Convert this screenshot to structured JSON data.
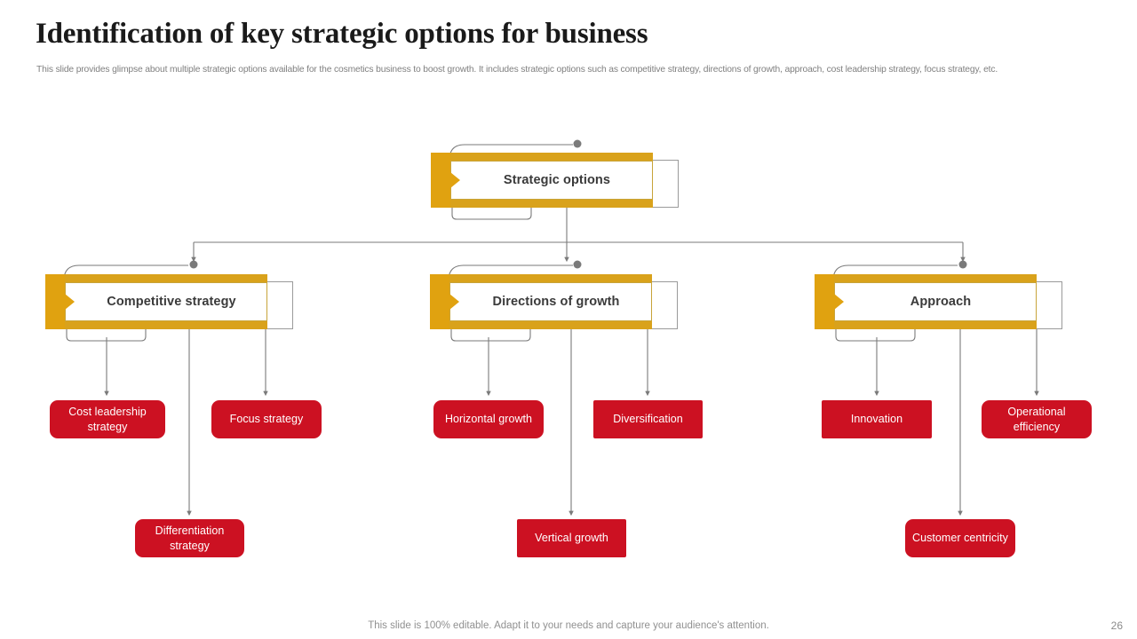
{
  "header": {
    "title": "Identification of key strategic options for business",
    "subtitle": "This slide provides glimpse about multiple strategic options available for the cosmetics business to boost growth. It includes strategic options such as competitive strategy, directions of growth, approach, cost leadership strategy, focus strategy, etc."
  },
  "footer": {
    "note": "This slide is 100% editable. Adapt it to your needs and capture your audience's attention.",
    "page_number": "26"
  },
  "colors": {
    "gold": "#D9A21B",
    "gold_left": "#E0A210",
    "red": "#CC1122",
    "connector": "#808080",
    "title_text": "#1a1a1a",
    "subtitle_text": "#808080"
  },
  "chart_data": {
    "type": "diagram",
    "title": "Identification of key strategic options for business",
    "root": {
      "label": "Strategic options",
      "children": [
        {
          "label": "Competitive strategy",
          "children": [
            {
              "label": "Cost leadership strategy"
            },
            {
              "label": "Focus strategy"
            },
            {
              "label": "Differentiation strategy"
            }
          ]
        },
        {
          "label": "Directions of growth",
          "children": [
            {
              "label": "Horizontal growth"
            },
            {
              "label": "Diversification"
            },
            {
              "label": "Vertical growth"
            }
          ]
        },
        {
          "label": "Approach",
          "children": [
            {
              "label": "Innovation"
            },
            {
              "label": "Operational efficiency"
            },
            {
              "label": "Customer centricity"
            }
          ]
        }
      ]
    }
  },
  "diagram": {
    "root_label": "Strategic options",
    "branches": [
      {
        "label": "Competitive strategy"
      },
      {
        "label": "Directions of growth"
      },
      {
        "label": "Approach"
      }
    ],
    "leaves": [
      {
        "label": "Cost leadership strategy"
      },
      {
        "label": "Focus strategy"
      },
      {
        "label": "Differentiation strategy"
      },
      {
        "label": "Horizontal growth"
      },
      {
        "label": "Diversification"
      },
      {
        "label": "Vertical growth"
      },
      {
        "label": "Innovation"
      },
      {
        "label": "Operational efficiency"
      },
      {
        "label": "Customer centricity"
      }
    ]
  }
}
